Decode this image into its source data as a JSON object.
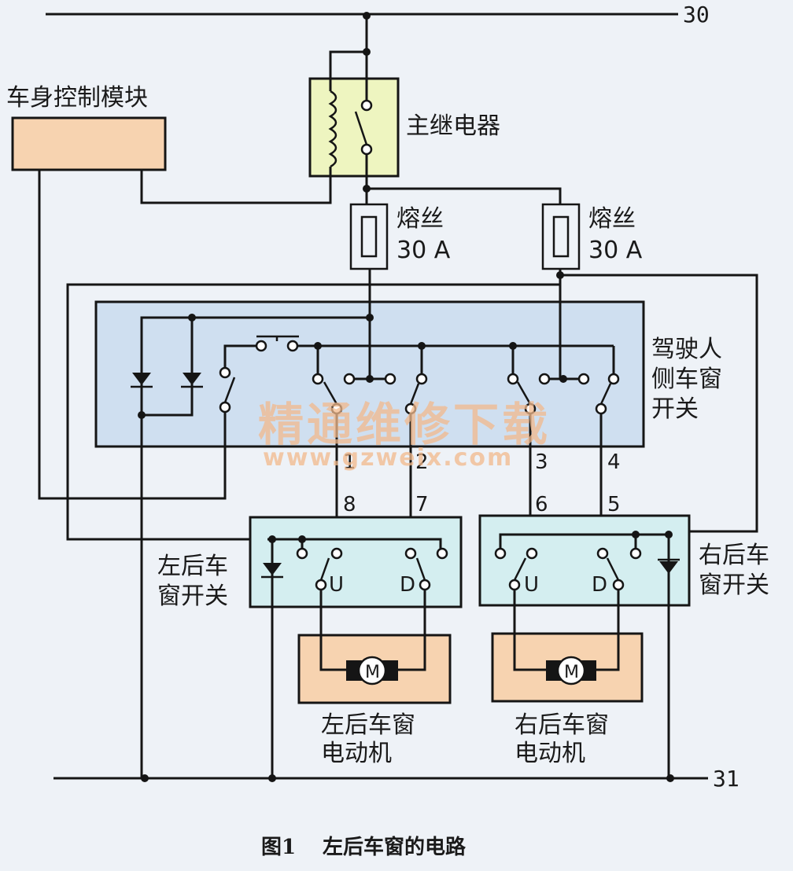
{
  "bus": {
    "top": "30",
    "bottom": "31"
  },
  "labels": {
    "body_control_module": "车身控制模块",
    "main_relay": "主继电器",
    "fuse_word": "熔丝",
    "fuse_rating": "30 A",
    "driver_switch": [
      "驾驶人",
      "侧车窗",
      "开关"
    ],
    "lr_switch": [
      "左后车",
      "窗开关"
    ],
    "rr_switch": [
      "右后车",
      "窗开关"
    ],
    "lr_motor": [
      "左后车窗",
      "电动机"
    ],
    "rr_motor": [
      "右后车窗",
      "电动机"
    ],
    "motor_symbol": "M",
    "up": "U",
    "down": "D"
  },
  "pins": [
    "1",
    "2",
    "3",
    "4",
    "5",
    "6",
    "7",
    "8"
  ],
  "watermark": {
    "cn": "精通维修下载",
    "url": "www.gzweix.com"
  },
  "caption": {
    "fig": "图1",
    "title": "左后车窗的电路"
  }
}
